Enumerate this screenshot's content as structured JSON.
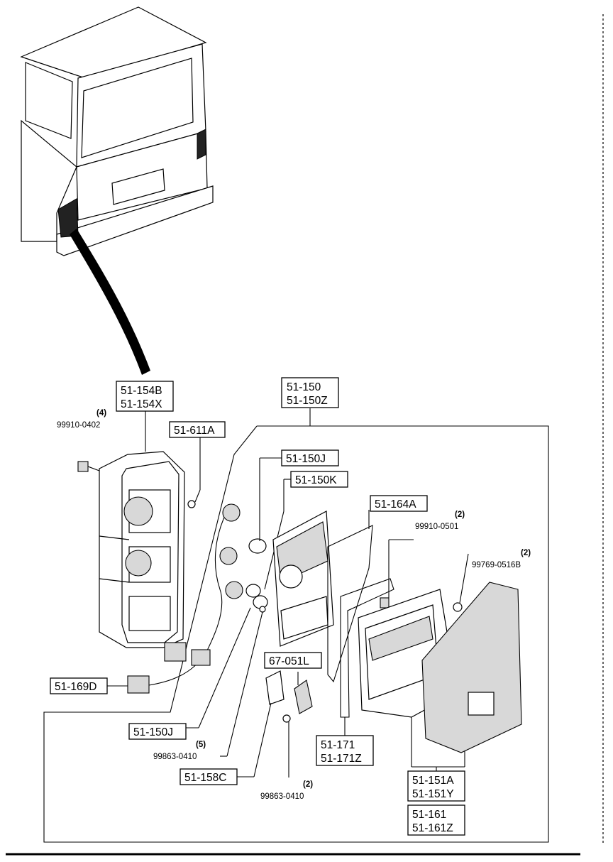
{
  "callouts": {
    "rear_combination_lamp_assembly": [
      "51-150",
      "51-150Z"
    ],
    "lamp_body": [
      "51-154B",
      "51-154X"
    ],
    "screw_611a": "51-611A",
    "bulb_150j_top": "51-150J",
    "bulb_150k": "51-150K",
    "gasket_164a": "51-164A",
    "socket_harness": "51-169D",
    "bulb_150j_bottom": "51-150J",
    "bracket_158c": "51-158C",
    "connector_67051l": "67-051L",
    "gasket_171": [
      "51-171",
      "51-171Z"
    ],
    "lens_151a": [
      "51-151A",
      "51-151Y"
    ],
    "lens_161": [
      "51-161",
      "51-161Z"
    ]
  },
  "fasteners": {
    "clip_0402": {
      "qty": "(4)",
      "part_no": "99910-0402"
    },
    "clip_0501": {
      "qty": "(2)",
      "part_no": "99910-0501"
    },
    "screw_0516b": {
      "qty": "(2)",
      "part_no": "99769-0516B"
    },
    "screw_0410_left": {
      "qty": "(5)",
      "part_no": "99863-0410"
    },
    "screw_0410_bottom": {
      "qty": "(2)",
      "part_no": "99863-0410"
    }
  },
  "colors": {
    "ink": "#000000",
    "paper": "#ffffff",
    "shade": "#d8d8d8",
    "dark": "#222222"
  }
}
